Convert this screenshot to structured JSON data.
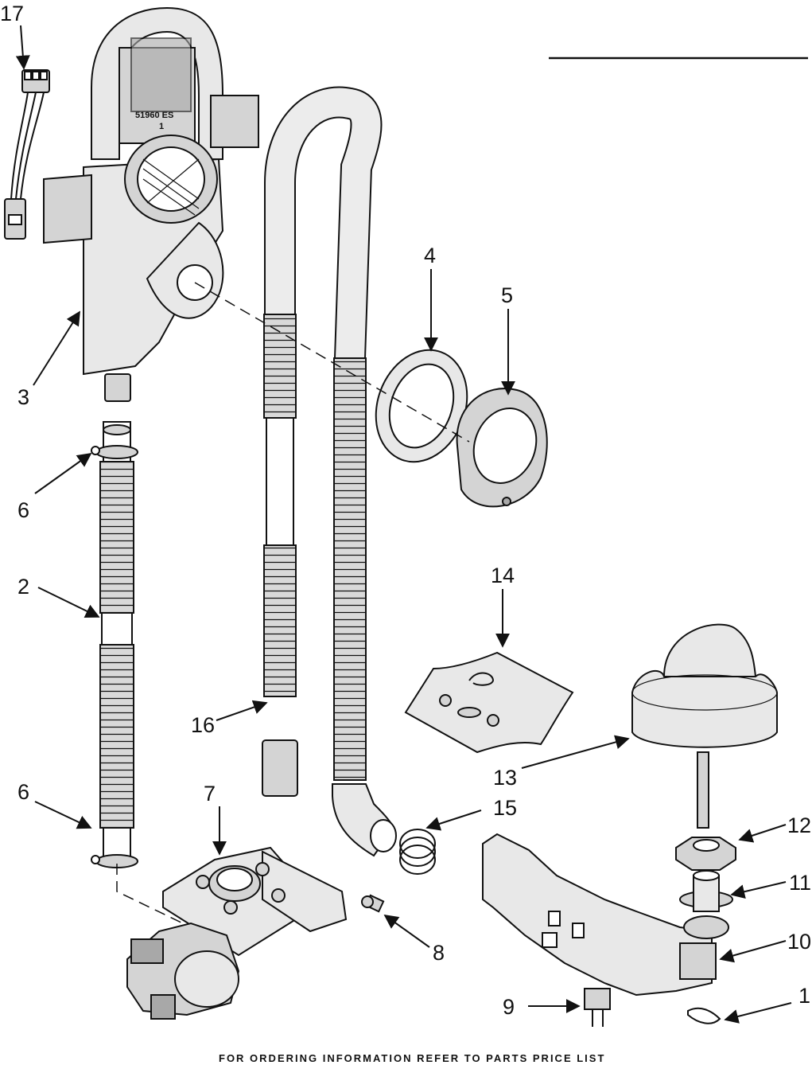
{
  "diagram": {
    "header_rule": "",
    "footer_text": "FOR ORDERING INFORMATION REFER TO PARTS PRICE LIST",
    "part_marking": {
      "code": "51960 ES",
      "digit": "1"
    },
    "callouts": {
      "c1": "1",
      "c2": "2",
      "c3": "3",
      "c4": "4",
      "c5": "5",
      "c6a": "6",
      "c6b": "6",
      "c7": "7",
      "c8": "8",
      "c9": "9",
      "c10": "10",
      "c11": "11",
      "c12": "12",
      "c13": "13",
      "c14": "14",
      "c15": "15",
      "c16": "16",
      "c17": "17"
    }
  }
}
